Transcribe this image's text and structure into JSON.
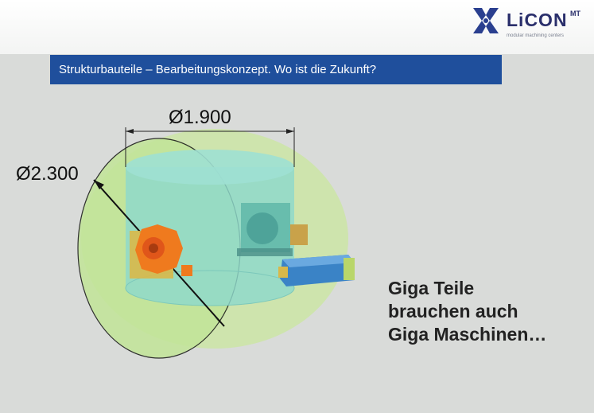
{
  "header": {
    "logo": {
      "brand": "LiCON",
      "superscript": "MT",
      "tagline": "modular machining centers"
    }
  },
  "slide": {
    "title": "Strukturbauteile – Bearbeitungskonzept. Wo ist die Zukunft?"
  },
  "figure": {
    "dim_inner": "Ø1.900",
    "dim_outer": "Ø2.300"
  },
  "caption": {
    "line1": "Giga Teile",
    "line2": "brauchen auch",
    "line3": "Giga Maschinen…"
  }
}
